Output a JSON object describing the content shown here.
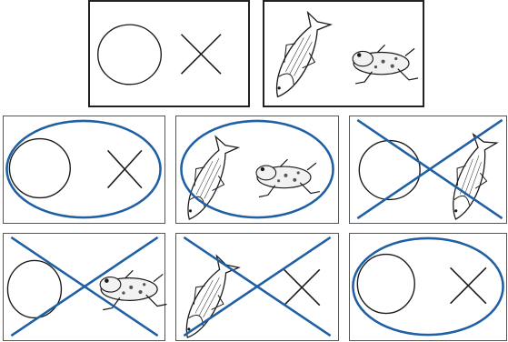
{
  "colors": {
    "line": "#1a1a1a",
    "mark": "#1f5fa3",
    "fish_fill": "#ffffff"
  },
  "icons": {
    "circle": "circle-shape-icon",
    "cross": "x-shape-icon",
    "fish": "fish-icon",
    "frog": "frog-icon"
  },
  "reference_cards": [
    {
      "items": [
        "circle",
        "cross"
      ]
    },
    {
      "items": [
        "fish",
        "frog"
      ]
    }
  ],
  "answer_cards": [
    {
      "items": [
        "circle",
        "cross"
      ],
      "mark": "ellipse"
    },
    {
      "items": [
        "fish",
        "frog"
      ],
      "mark": "ellipse"
    },
    {
      "items": [
        "circle",
        "fish"
      ],
      "mark": "cross"
    },
    {
      "items": [
        "circle",
        "frog"
      ],
      "mark": "cross"
    },
    {
      "items": [
        "fish",
        "cross"
      ],
      "mark": "cross"
    },
    {
      "items": [
        "circle",
        "cross"
      ],
      "mark": "ellipse"
    }
  ]
}
